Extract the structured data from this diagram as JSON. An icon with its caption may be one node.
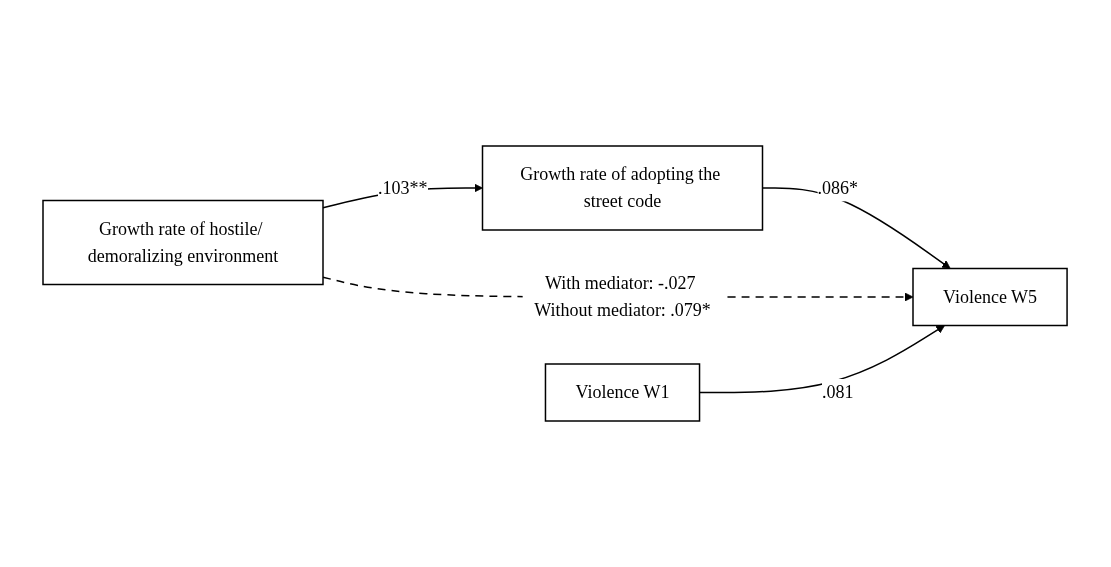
{
  "diagram": {
    "nodes": [
      {
        "text": [
          "Growth rate of hostile/ demoralizing environment"
        ]
      },
      {
        "text": [
          "Growth rate of adopting the street code"
        ]
      },
      {
        "text": [
          "Violence W5"
        ]
      },
      {
        "text": [
          "Violence W1"
        ]
      }
    ],
    "edges": [
      {
        "from": 0,
        "to": 1,
        "arrow": "to",
        "label": ".103**"
      },
      {
        "from": 1,
        "to": 2,
        "arrow": "to",
        "label": ".086*"
      },
      {
        "from": 0,
        "to": 2,
        "arrow": "to",
        "label": "With mediator: -.027 Without mediator: .079*",
        "style": "dashed"
      },
      {
        "from": 3,
        "to": 2,
        "arrow": "to",
        "label": ".081"
      }
    ]
  }
}
